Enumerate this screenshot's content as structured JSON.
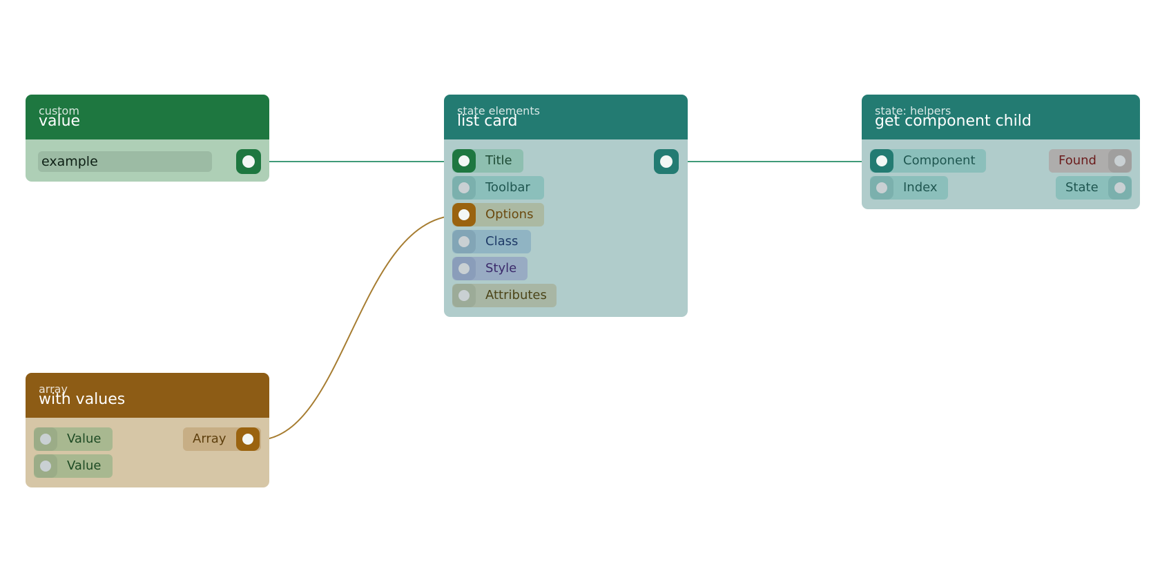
{
  "colors": {
    "green": "#1e7740",
    "teal": "#237b72",
    "amber": "#8d5c15",
    "wire_green": "#3f9a78",
    "wire_amber": "#a67c30"
  },
  "nodes": {
    "value": {
      "category": "custom",
      "name": "value",
      "field_value": "example"
    },
    "list_card": {
      "category": "state elements",
      "name": "list card",
      "inputs": [
        "Title",
        "Toolbar",
        "Options",
        "Class",
        "Style",
        "Attributes"
      ]
    },
    "get_child": {
      "category": "state: helpers",
      "name": "get component child",
      "inputs": [
        "Component",
        "Index"
      ],
      "outputs": [
        "Found",
        "State"
      ]
    },
    "array": {
      "category": "array",
      "name": "with values",
      "inputs": [
        "Value",
        "Value"
      ],
      "output": "Array"
    }
  },
  "connections": [
    {
      "from": "value.out",
      "to": "list card.Title"
    },
    {
      "from": "list card.out",
      "to": "get component child.Component"
    },
    {
      "from": "with values.Array",
      "to": "list card.Options"
    }
  ]
}
